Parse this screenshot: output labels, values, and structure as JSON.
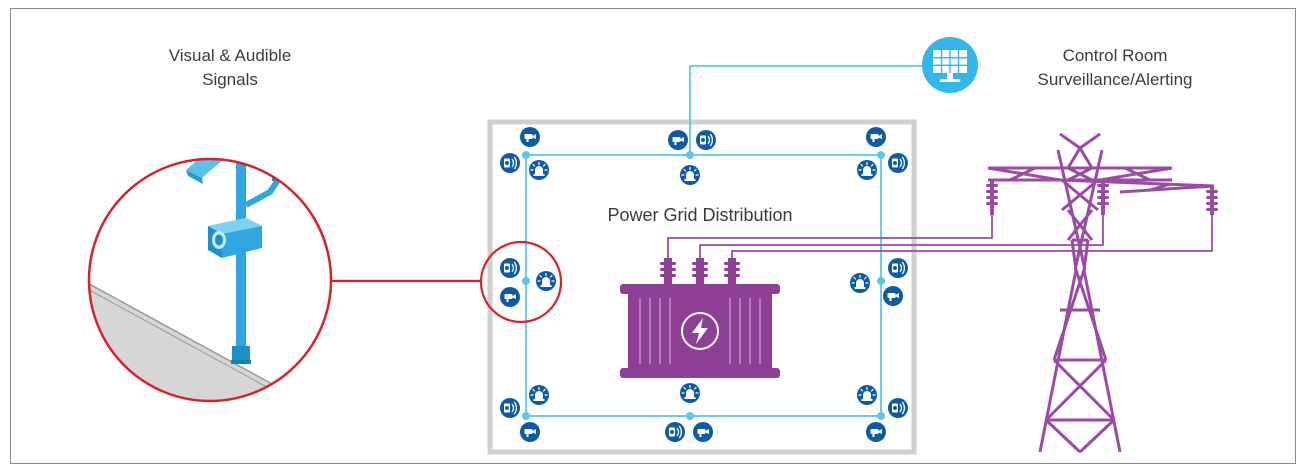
{
  "labels": {
    "visual_audible_line1": "Visual & Audible",
    "visual_audible_line2": "Signals",
    "control_room_line1": "Control Room",
    "control_room_line2": "Surveillance/Alerting",
    "grid": "Power Grid Distribution"
  },
  "colors": {
    "network_line": "#5bc8e6",
    "device_blue": "#0d5aa7",
    "pole_blue": "#2fa6e0",
    "transformer_purple": "#8e3f96",
    "tower_purple": "#9b4aa6",
    "zoom_circle_red": "#d6232a",
    "enclosure_gray": "#cfcfcf",
    "monitor_circle": "#33b6e8"
  },
  "icons": [
    "camera-icon",
    "speaker-icon",
    "beacon-icon",
    "monitor-icon",
    "lightning-icon"
  ]
}
